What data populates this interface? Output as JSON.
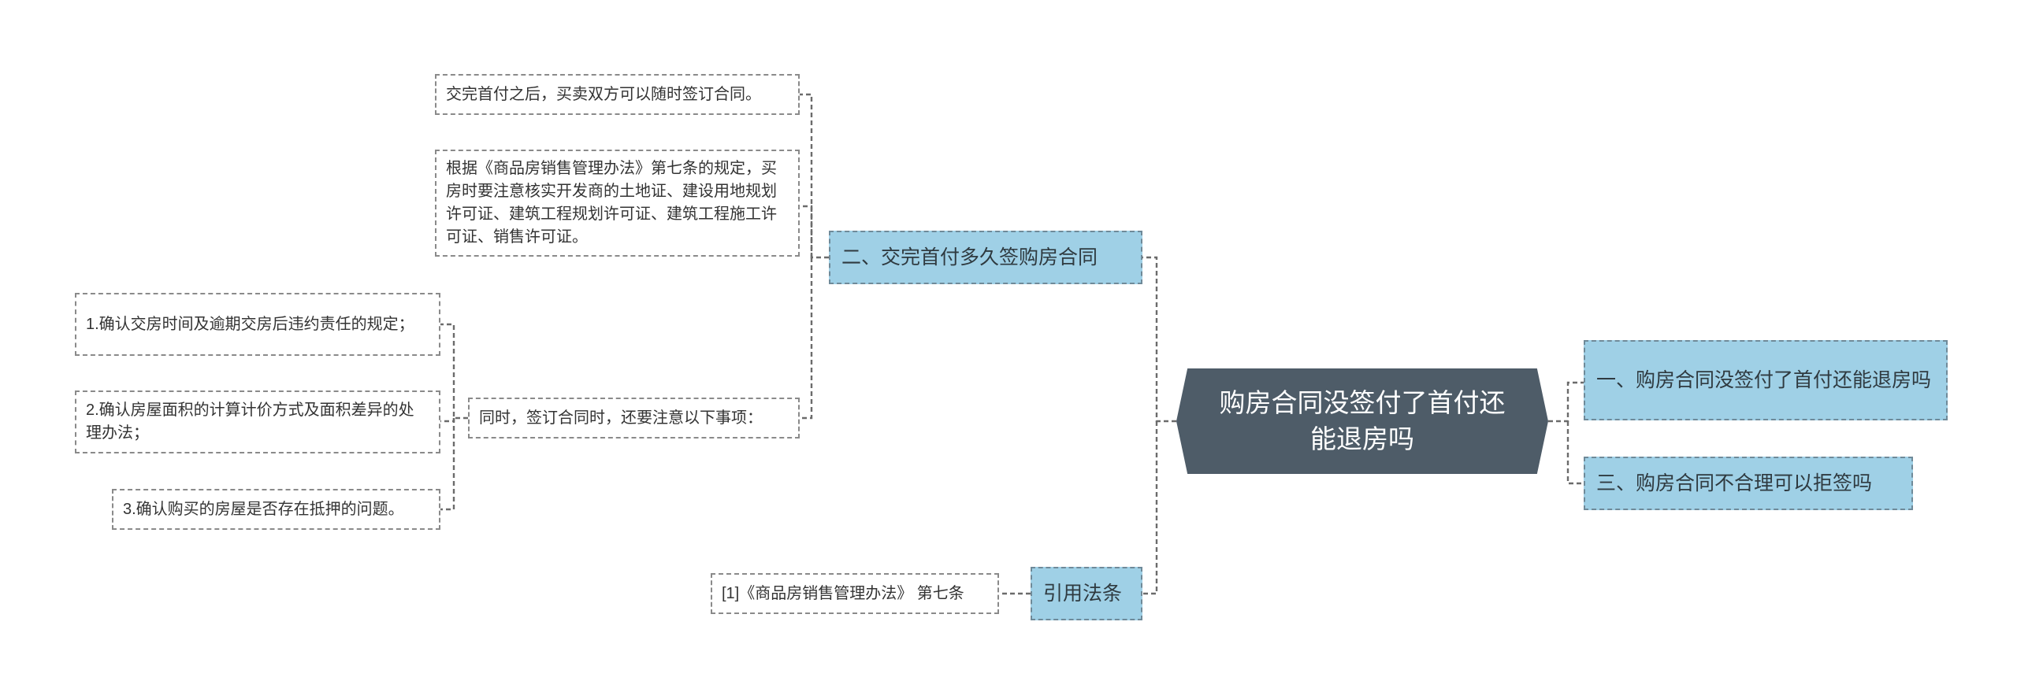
{
  "root": {
    "title": "购房合同没签付了首付还能退房吗"
  },
  "right_branches": [
    {
      "label": "一、购房合同没签付了首付还能退房吗"
    },
    {
      "label": "三、购房合同不合理可以拒签吗"
    }
  ],
  "left_branches": {
    "b2": {
      "label": "二、交完首付多久签购房合同",
      "children": [
        {
          "text": "交完首付之后，买卖双方可以随时签订合同。"
        },
        {
          "text": "根据《商品房销售管理办法》第七条的规定，买房时要注意核实开发商的土地证、建设用地规划许可证、建筑工程规划许可证、建筑工程施工许可证、销售许可证。"
        },
        {
          "text": "同时，签订合同时，还要注意以下事项："
        }
      ],
      "sub_items": [
        {
          "text": "1.确认交房时间及逾期交房后违约责任的规定；"
        },
        {
          "text": "2.确认房屋面积的计算计价方式及面积差异的处理办法；"
        },
        {
          "text": "3.确认购买的房屋是否存在抵押的问题。"
        }
      ]
    },
    "citation": {
      "label": "引用法条",
      "children": [
        {
          "text": "[1]《商品房销售管理办法》 第七条"
        }
      ]
    }
  }
}
